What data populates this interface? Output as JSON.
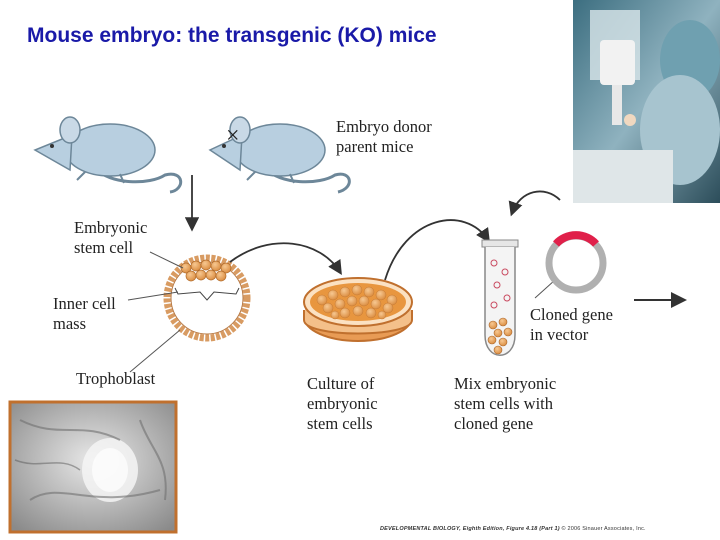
{
  "title": "Mouse embryo: the transgenic (KO) mice",
  "labels": {
    "donor": "Embryo donor\nparent mice",
    "cross": "×",
    "esc": "Embryonic\nstem cell",
    "icm": "Inner cell\nmass",
    "tropho": "Trophoblast",
    "culture": "Culture of\nembryonic\nstem cells",
    "mix": "Mix embryonic\nstem cells with\ncloned gene",
    "cloned": "Cloned gene\nin vector"
  },
  "credit": {
    "book": "DEVELOPMENTAL BIOLOGY, Eighth Edition, Figure 4.18 (Part 1)",
    "copyright": "© 2006 Sinauer Associates, Inc."
  },
  "colors": {
    "title": "#1a1aa8",
    "mouse": "#b8cfe0",
    "cells": "#e8a45a",
    "plasmid_insert": "#e0204a",
    "plasmid_ring": "#b0b0b0"
  },
  "icons": {
    "lab_photo": "microscope-photo",
    "micro_photo": "colony-micrograph"
  }
}
